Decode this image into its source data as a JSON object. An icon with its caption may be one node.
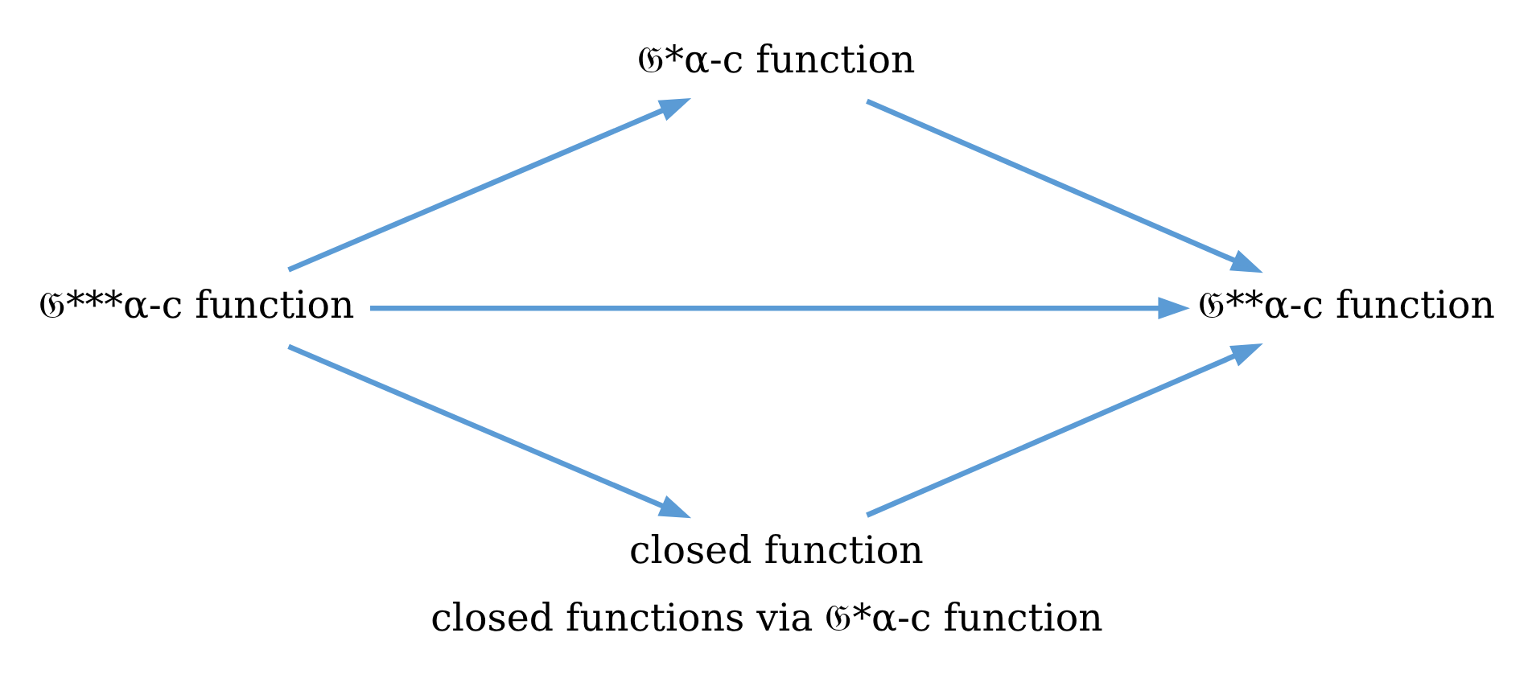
{
  "diagram": {
    "caption": "closed functions via 𝔊*α-c function",
    "nodes": [
      {
        "text": [
          "𝔊***α-c function"
        ]
      },
      {
        "text": [
          "𝔊*α-c function"
        ]
      },
      {
        "text": [
          "𝔊**α-c function"
        ]
      },
      {
        "text": [
          "closed function"
        ]
      }
    ],
    "edges": [
      {
        "from": 0,
        "to": 1,
        "arrow": "to"
      },
      {
        "from": 0,
        "to": 2,
        "arrow": "to"
      },
      {
        "from": 0,
        "to": 3,
        "arrow": "to"
      },
      {
        "from": 1,
        "to": 2,
        "arrow": "to"
      },
      {
        "from": 3,
        "to": 2,
        "arrow": "to"
      }
    ]
  }
}
